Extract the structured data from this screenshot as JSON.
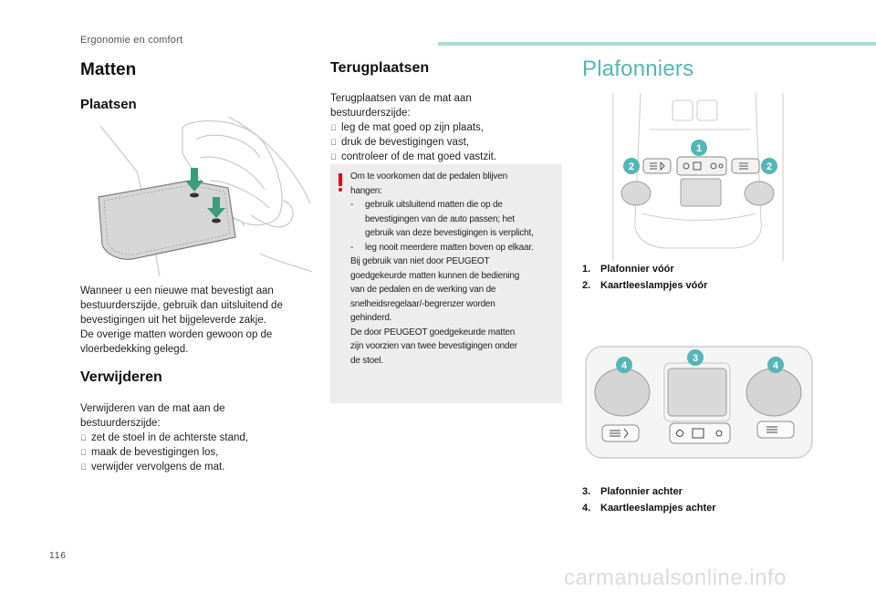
{
  "header": {
    "section": "Ergonomie en comfort"
  },
  "page_number": "116",
  "watermark": "carmanualsonline.info",
  "colors": {
    "accent": "#52b7b6",
    "accent_light": "#a9dcd9",
    "warning": "#e2001a",
    "box_bg": "#ededed"
  },
  "col1": {
    "title": "Matten",
    "plaatsen": {
      "heading": "Plaatsen",
      "text": [
        "Wanneer u een nieuwe mat bevestigt aan",
        "bestuurderszijde, gebruik dan uitsluitend de",
        "bevestigingen uit het bijgeleverde zakje.",
        "De overige matten worden gewoon op de",
        "vloerbedekking gelegd."
      ]
    },
    "verwijderen": {
      "heading": "Verwijderen",
      "intro": [
        "Verwijderen van de mat aan de",
        "bestuurderszijde:"
      ],
      "bullets": [
        "zet de stoel in de achterste stand,",
        "maak de bevestigingen los,",
        "verwijder vervolgens de mat."
      ]
    }
  },
  "col2": {
    "heading": "Terugplaatsen",
    "intro": [
      "Terugplaatsen van de mat aan",
      "bestuurderszijde:"
    ],
    "bullets": [
      "leg de mat goed op zijn plaats,",
      "druk de bevestigingen vast,",
      "controleer of de mat goed vastzit."
    ],
    "warning": {
      "lines_a": [
        "Om te voorkomen dat de pedalen blijven",
        "hangen:"
      ],
      "dash_items": [
        [
          "gebruik uitsluitend matten die op de",
          "bevestigingen van de auto passen; het",
          "gebruik van deze bevestigingen is verplicht,"
        ],
        [
          "leg nooit meerdere matten boven op elkaar."
        ]
      ],
      "lines_b": [
        "Bij gebruik van niet door PEUGEOT",
        "goedgekeurde matten kunnen de bediening",
        "van de pedalen en de werking van de",
        "snelheidsregelaar/-begrenzer worden",
        "gehinderd.",
        "De door PEUGEOT goedgekeurde matten",
        "zijn voorzien van twee bevestigingen onder",
        "de stoel."
      ]
    }
  },
  "col3": {
    "heading": "Plafonniers",
    "front_captions": [
      {
        "num": "1.",
        "label": "Plafonnier vóór"
      },
      {
        "num": "2.",
        "label": "Kaartleeslampjes vóór"
      }
    ],
    "rear_captions": [
      {
        "num": "3.",
        "label": "Plafonnier achter"
      },
      {
        "num": "4.",
        "label": "Kaartleeslampjes achter"
      }
    ],
    "callouts_front": [
      "1",
      "2",
      "2"
    ],
    "callouts_rear": [
      "3",
      "4",
      "4"
    ]
  }
}
